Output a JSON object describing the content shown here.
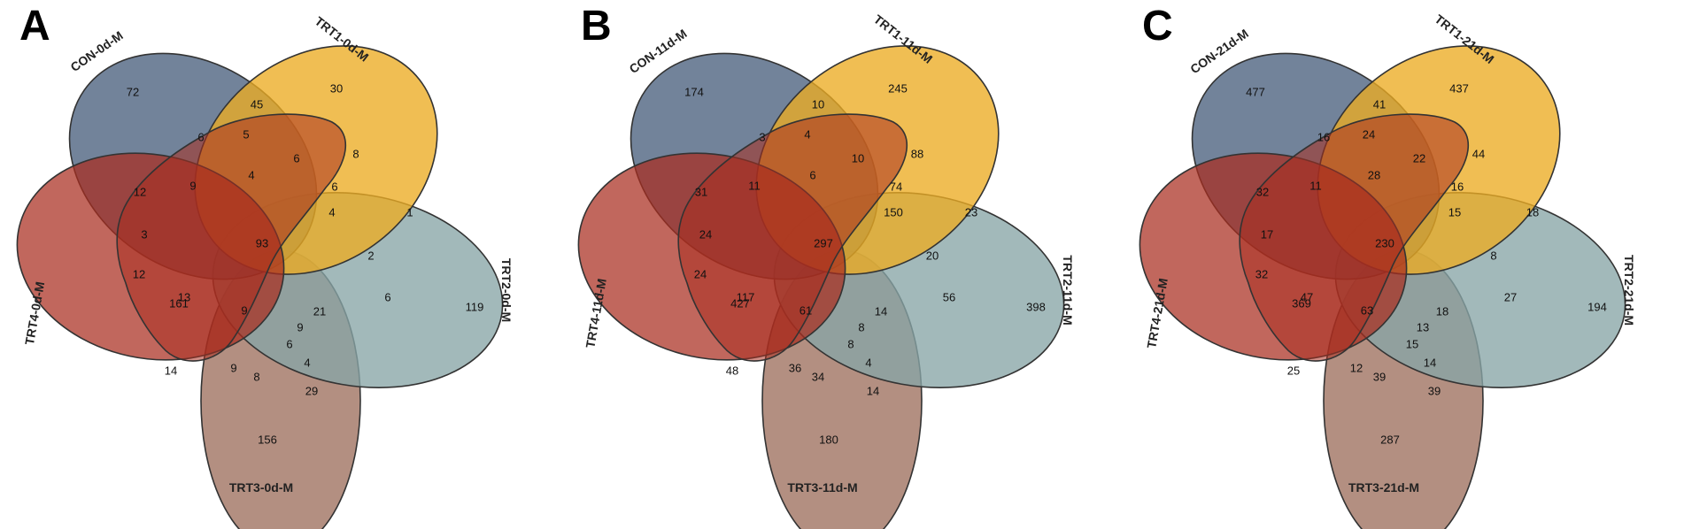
{
  "colors": {
    "set1": "#4a607e",
    "set2": "#ecac22",
    "set3": "#88a5a6",
    "set4": "#9e6f5e",
    "set5": "#a92d1f",
    "stroke": "#333333"
  },
  "panels": [
    {
      "letter": "A",
      "sets": [
        "CON-0d-M",
        "TRT1-0d-M",
        "TRT2-0d-M",
        "TRT3-0d-M",
        "TRT4-0d-M"
      ],
      "counts": [
        "72",
        "30",
        "119",
        "156",
        "161",
        "45",
        "1",
        "29",
        "12",
        "6",
        "5",
        "8",
        "4",
        "14",
        "9",
        "6",
        "6",
        "4",
        "21",
        "13",
        "3",
        "2",
        "6",
        "9",
        "8",
        "4",
        "12",
        "9",
        "6",
        "9",
        "93"
      ]
    },
    {
      "letter": "B",
      "sets": [
        "CON-11d-M",
        "TRT1-11d-M",
        "TRT2-11d-M",
        "TRT3-11d-M",
        "TRT4-11d-M"
      ],
      "counts": [
        "174",
        "245",
        "398",
        "180",
        "427",
        "10",
        "23",
        "14",
        "31",
        "3",
        "4",
        "88",
        "150",
        "48",
        "36",
        "10",
        "74",
        "4",
        "14",
        "117",
        "24",
        "20",
        "56",
        "8",
        "34",
        "6",
        "24",
        "11",
        "8",
        "61",
        "297"
      ]
    },
    {
      "letter": "C",
      "sets": [
        "CON-21d-M",
        "TRT1-21d-M",
        "TRT2-21d-M",
        "TRT3-21d-M",
        "TRT4-21d-M"
      ],
      "counts": [
        "477",
        "437",
        "194",
        "287",
        "369",
        "41",
        "18",
        "39",
        "32",
        "16",
        "24",
        "44",
        "15",
        "25",
        "12",
        "22",
        "16",
        "14",
        "18",
        "47",
        "17",
        "8",
        "27",
        "13",
        "39",
        "28",
        "32",
        "11",
        "15",
        "63",
        "230"
      ]
    }
  ]
}
